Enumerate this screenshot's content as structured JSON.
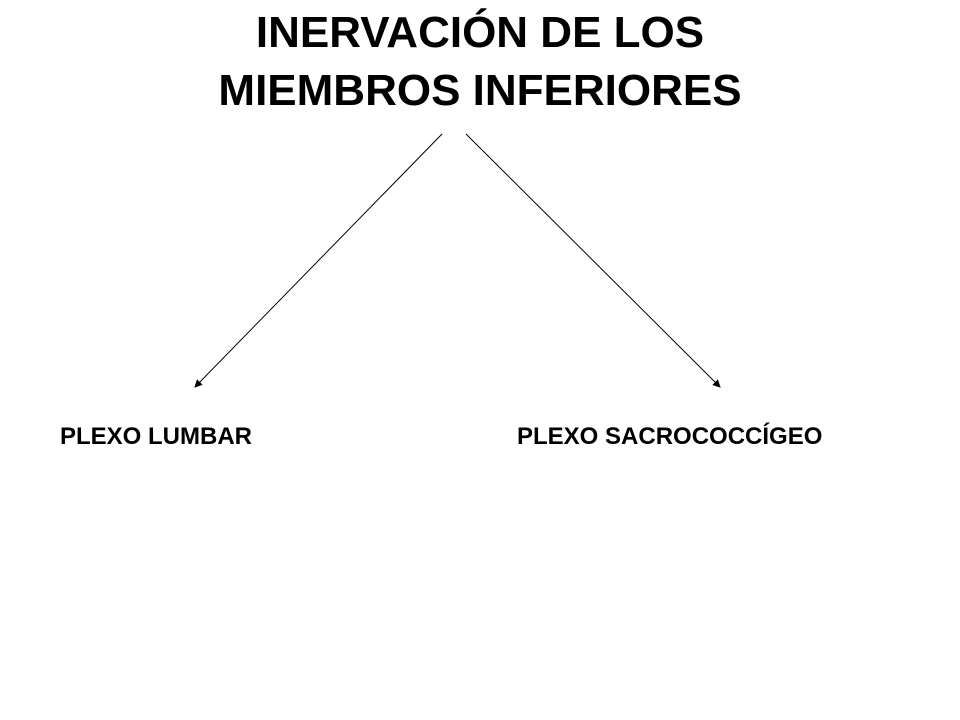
{
  "slide": {
    "title_line1": "INERVACIÓN DE LOS",
    "title_line2": "MIEMBROS INFERIORES"
  },
  "branches": [
    {
      "label": "PLEXO LUMBAR"
    },
    {
      "label": "PLEXO SACROCOCCÍGEO"
    }
  ],
  "colors": {
    "background": "#ffffff",
    "text": "#000000",
    "arrow": "#000000"
  }
}
